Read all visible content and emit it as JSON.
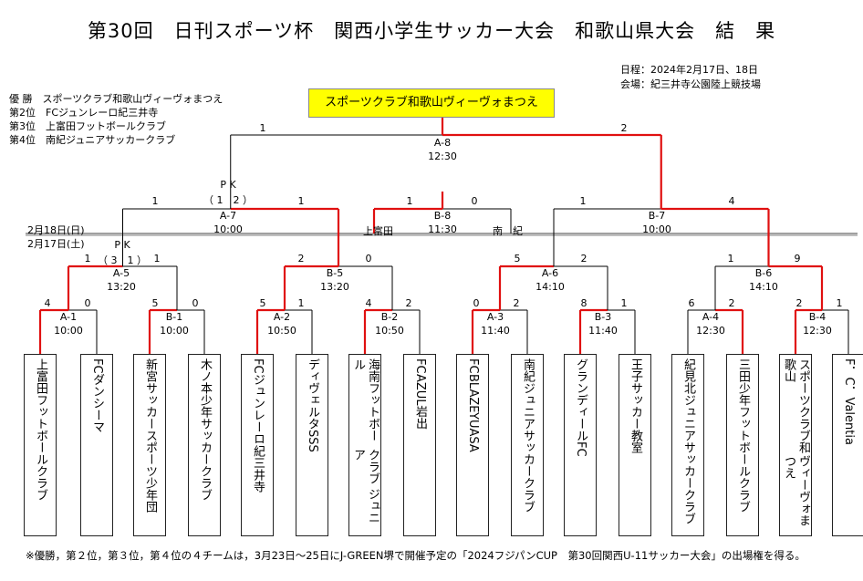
{
  "title": "第30回　日刊スポーツ杯　関西小学生サッカー大会　和歌山県大会　結　果",
  "meta": {
    "dates": "日程：2024年2月17日、18日",
    "venue": "会場：紀三井寺公園陸上競技場"
  },
  "rankings": [
    "優 勝　スポーツクラブ和歌山ヴィーヴォまつえ",
    "第2位　FCジュンレーロ紀三井寺",
    "第3位　上富田フットボールクラブ",
    "第4位　南紀ジュニアサッカークラブ"
  ],
  "champion": "スポーツクラブ和歌山ヴィーヴォまつえ",
  "dates": {
    "day2": "2月18日(日)",
    "day1": "2月17日(土)"
  },
  "teams": [
    "上富田　フットボールクラブ",
    "FCダンシーマ",
    "新宮サッカー　スポーツ少年団",
    "木ノ本少年　サッカークラブ",
    "FCジュンレーロ　紀三井寺",
    "ディヴェルタSSS",
    "海南フットボール　クラブ ジュニア",
    "FC　AZUL岩出",
    "FC　BLAZE　YUASA",
    "南紀ジュニア　サッカークラブ",
    "グランディールFC",
    "王子サッカー教室",
    "紀見北ジュニア　サッカークラブ",
    "三田少年　フットボールクラブ",
    "スポーツクラブ和歌山　ヴィーヴォまつえ",
    "F．C．Valentia"
  ],
  "round1": [
    {
      "label": "A-1",
      "time": "10:00",
      "s1": "4",
      "s2": "0"
    },
    {
      "label": "B-1",
      "time": "10:00",
      "s1": "5",
      "s2": "0"
    },
    {
      "label": "A-2",
      "time": "10:50",
      "s1": "5",
      "s2": "1"
    },
    {
      "label": "B-2",
      "time": "10:50",
      "s1": "4",
      "s2": "2"
    },
    {
      "label": "A-3",
      "time": "11:40",
      "s1": "0",
      "s2": "2"
    },
    {
      "label": "B-3",
      "time": "11:40",
      "s1": "8",
      "s2": "1"
    },
    {
      "label": "A-4",
      "time": "12:30",
      "s1": "6",
      "s2": "2"
    },
    {
      "label": "B-4",
      "time": "12:30",
      "s1": "2",
      "s2": "1"
    }
  ],
  "quarter": [
    {
      "label": "A-5",
      "time": "13:20",
      "s1": "1",
      "s2": "1",
      "pk": "P K",
      "pkscore": "（ 3　1 ）"
    },
    {
      "label": "B-5",
      "time": "13:20",
      "s1": "2",
      "s2": "0"
    },
    {
      "label": "A-6",
      "time": "14:10",
      "s1": "5",
      "s2": "2"
    },
    {
      "label": "B-6",
      "time": "14:10",
      "s1": "1",
      "s2": "9"
    }
  ],
  "semi": [
    {
      "label": "A-7",
      "time": "10:00",
      "s1": "1",
      "s2": "1",
      "pk": "P K",
      "pkscore": "（ 1　2 ）"
    },
    {
      "label": "B-7",
      "time": "10:00",
      "s1": "1",
      "s2": "4"
    }
  ],
  "third": {
    "label": "B-8",
    "time": "11:30",
    "s1": "1",
    "s2": "0",
    "left": "上富田",
    "right": "南　紀"
  },
  "final": {
    "label": "A-8",
    "time": "12:30",
    "s1": "1",
    "s2": "2"
  },
  "footer": "※優勝，第２位，第３位，第４位の４チームは，3月23日～25日にJ-GREEN堺で開催予定の「2024フジパンCUP　第30回関西U-11サッカー大会」の出場権を得る。",
  "colors": {
    "win_line": "#e01010",
    "line": "#000000",
    "champion_bg": "#ffff00"
  }
}
